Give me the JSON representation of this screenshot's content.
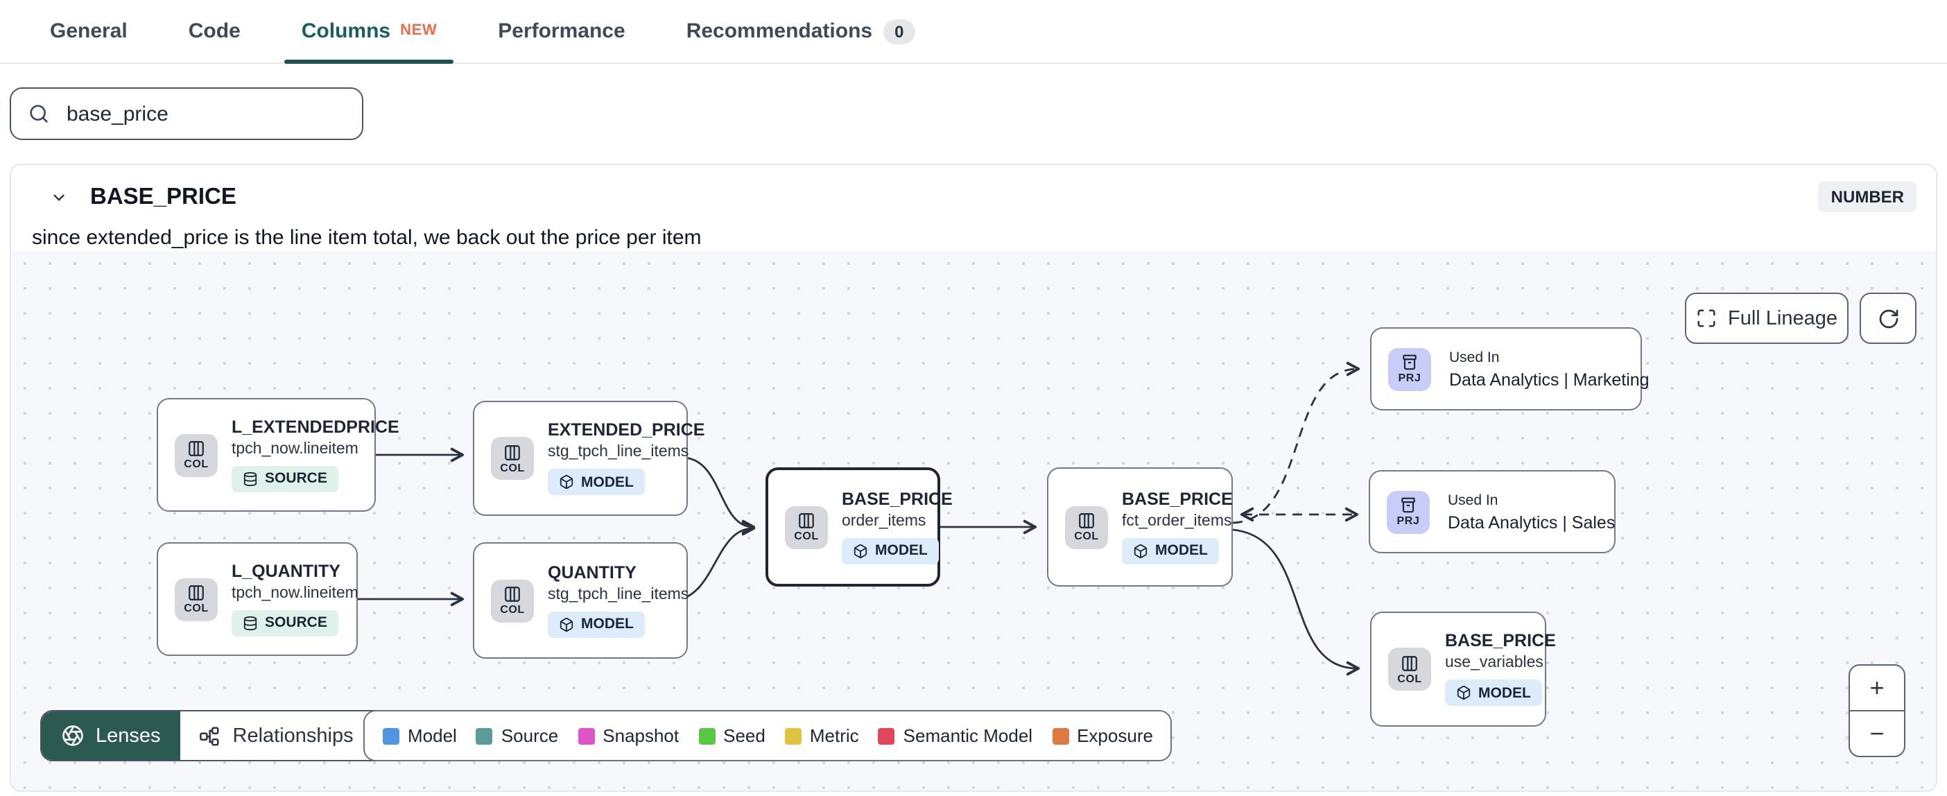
{
  "tabs": {
    "items": [
      {
        "label": "General"
      },
      {
        "label": "Code"
      },
      {
        "label": "Columns",
        "badge": "NEW"
      },
      {
        "label": "Performance"
      },
      {
        "label": "Recommendations",
        "count": "0"
      }
    ]
  },
  "search": {
    "value": "base_price"
  },
  "column": {
    "name": "BASE_PRICE",
    "type_badge": "NUMBER",
    "description": "since extended_price is the line item total, we back out the price per item"
  },
  "lineage": {
    "controls": {
      "full_lineage": "Full Lineage",
      "zoom_in": "+",
      "zoom_out": "−"
    },
    "toolbar": {
      "lenses": "Lenses",
      "relationships": "Relationships"
    },
    "used_in_label": "Used In",
    "nodes": [
      {
        "title": "L_EXTENDEDPRICE",
        "subtitle": "tpch_now.lineitem",
        "tile": "COL",
        "badge": "SOURCE"
      },
      {
        "title": "EXTENDED_PRICE",
        "subtitle": "stg_tpch_line_items",
        "tile": "COL",
        "badge": "MODEL"
      },
      {
        "title": "L_QUANTITY",
        "subtitle": "tpch_now.lineitem",
        "tile": "COL",
        "badge": "SOURCE"
      },
      {
        "title": "QUANTITY",
        "subtitle": "stg_tpch_line_items",
        "tile": "COL",
        "badge": "MODEL"
      },
      {
        "title": "BASE_PRICE",
        "subtitle": "order_items",
        "tile": "COL",
        "badge": "MODEL",
        "selected": true
      },
      {
        "title": "BASE_PRICE",
        "subtitle": "fct_order_items",
        "tile": "COL",
        "badge": "MODEL"
      },
      {
        "eyebrow": "Used In",
        "title": "Data Analytics | Marketing",
        "tile": "PRJ"
      },
      {
        "eyebrow": "Used In",
        "title": "Data Analytics | Sales",
        "tile": "PRJ"
      },
      {
        "title": "BASE_PRICE",
        "subtitle": "use_variables",
        "tile": "COL",
        "badge": "MODEL"
      }
    ],
    "legend": [
      {
        "label": "Model",
        "color": "#4e96e3"
      },
      {
        "label": "Source",
        "color": "#5b9c99"
      },
      {
        "label": "Snapshot",
        "color": "#e054c8"
      },
      {
        "label": "Seed",
        "color": "#56c845"
      },
      {
        "label": "Metric",
        "color": "#e0c23f"
      },
      {
        "label": "Semantic Model",
        "color": "#e0465c"
      },
      {
        "label": "Exposure",
        "color": "#e07a43"
      }
    ]
  },
  "colors": {
    "active_tab": "#1a5f5e",
    "active_tab_underline": "#1f4f54",
    "new_badge": "#ee6a49",
    "lenses_bg": "#2b5a50",
    "model_badge_bg": "#dcecfa",
    "source_badge_bg": "#def1ea",
    "prj_tile_bg": "#c8cdf8",
    "col_tile_bg": "#d6d8dd",
    "selected_node_border": "#1c2634"
  },
  "icons": {
    "search": "magnifier",
    "tile_col": "table-columns",
    "tile_prj": "archive",
    "badge_source": "database",
    "badge_model": "cube",
    "lenses": "aperture",
    "relationships": "network",
    "full_lineage": "expand-corners",
    "refresh": "rotate-cw"
  }
}
